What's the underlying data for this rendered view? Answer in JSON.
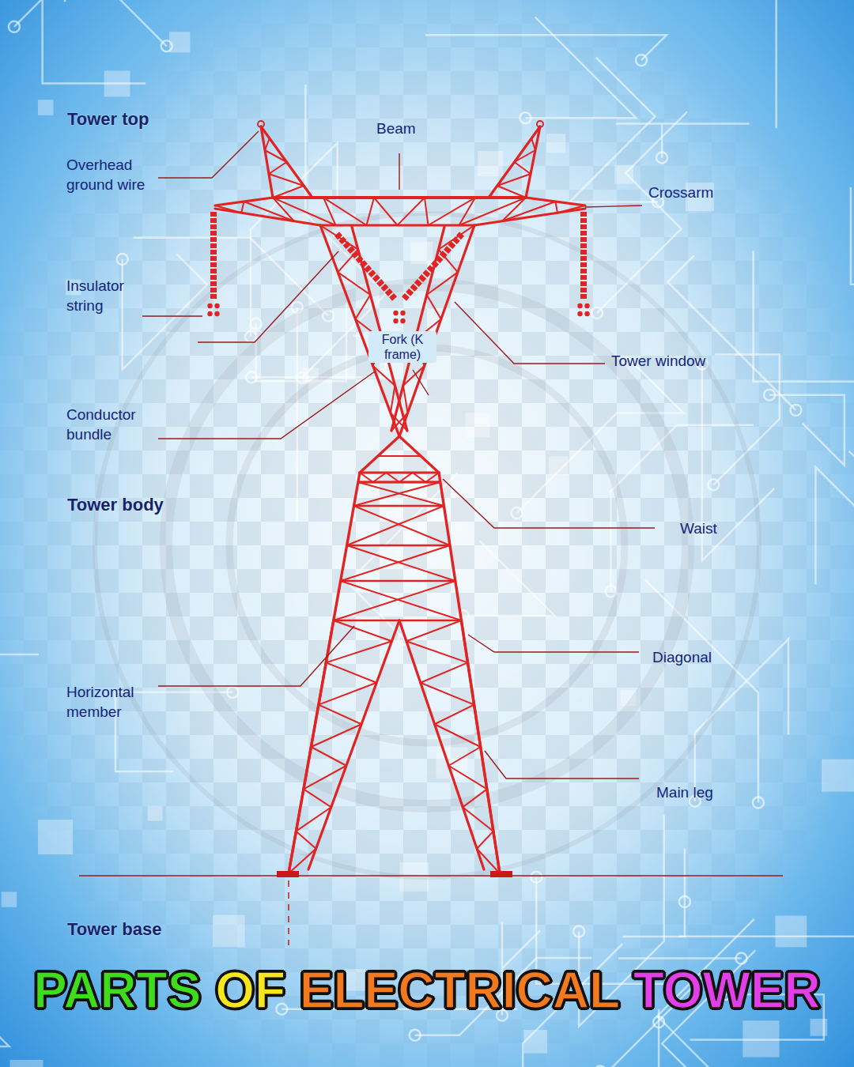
{
  "diagram": {
    "title": "PARTS OF ELECTRICAL TOWER",
    "labels": [
      "Tower top",
      "Beam",
      "Overhead ground wire",
      "Crossarm",
      "Insulator string",
      "Tower window",
      "Fork (K frame)",
      "Conductor bundle",
      "Tower body",
      "Waist",
      "Diagonal",
      "Horizontal member",
      "Main leg",
      "Tower base"
    ]
  }
}
